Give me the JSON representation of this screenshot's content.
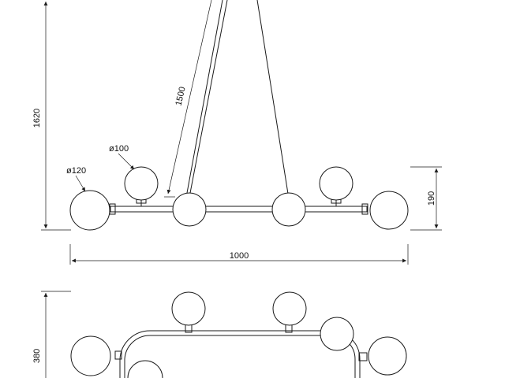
{
  "dimensions": {
    "total_height": "1620",
    "cable_length": "1500",
    "globe_small": "ø100",
    "globe_large": "ø120",
    "fixture_height": "190",
    "width": "1000",
    "depth": "380"
  }
}
